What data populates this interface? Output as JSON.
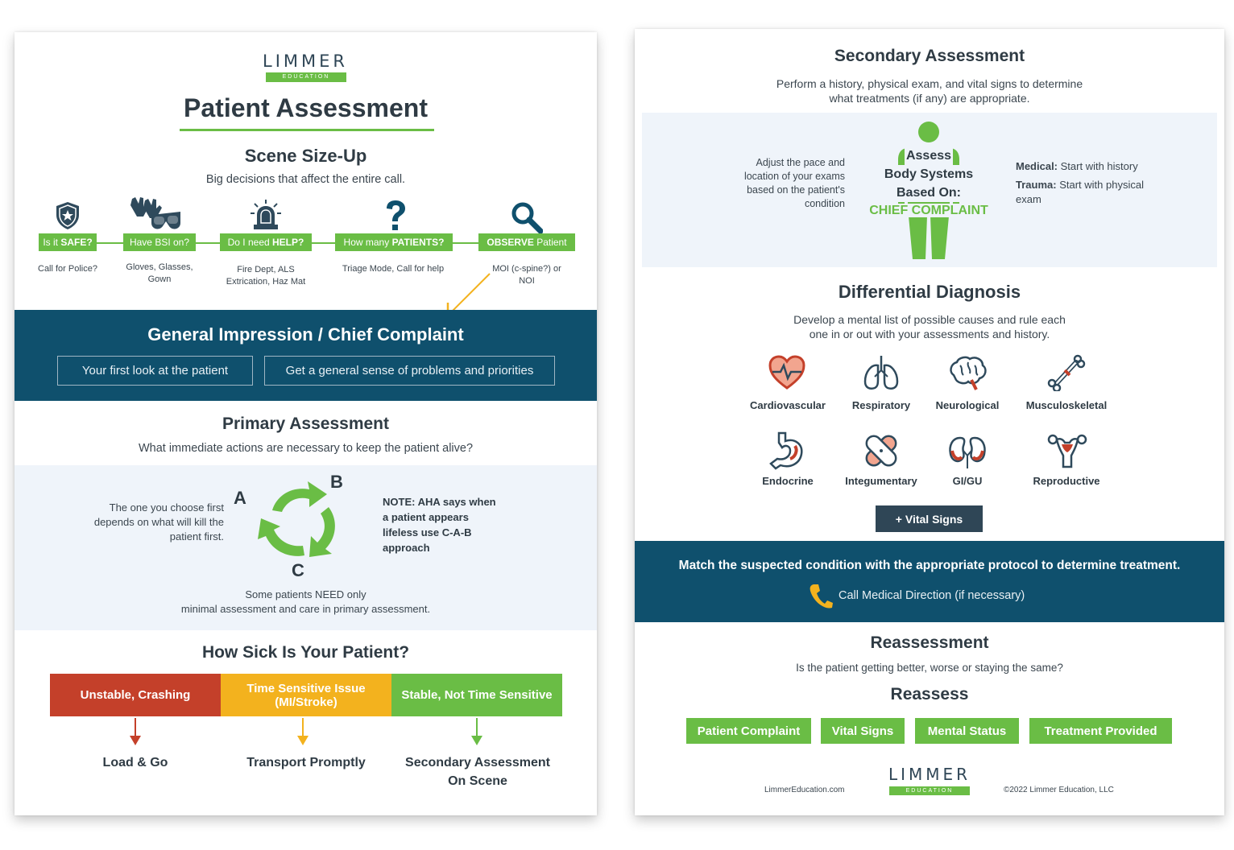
{
  "left": {
    "logo": {
      "name": "LIMMER",
      "sub": "EDUCATION"
    },
    "title": "Patient Assessment",
    "scene": {
      "title": "Scene Size-Up",
      "subtitle": "Big decisions that affect the entire call.",
      "steps": [
        {
          "icon": "badge-icon",
          "label_bold": "SAFE?",
          "label_pre": "Is it ",
          "label_post": "",
          "sub": "Call for Police?"
        },
        {
          "icon": "gloves-glasses-icon",
          "label_bold": "",
          "label_pre": "Have BSI on?",
          "label_post": "",
          "sub": "Gloves, Glasses, Gown"
        },
        {
          "icon": "siren-icon",
          "label_bold": "HELP?",
          "label_pre": "Do I need ",
          "label_post": "",
          "sub": "Fire Dept, ALS Extrication, Haz Mat"
        },
        {
          "icon": "question-icon",
          "label_bold": "PATIENTS?",
          "label_pre": "How many ",
          "label_post": "",
          "sub": "Triage Mode, Call for help"
        },
        {
          "icon": "magnifier-icon",
          "label_bold": "OBSERVE",
          "label_pre": "",
          "label_post": " Patient",
          "sub": "MOI (c-spine?) or NOI"
        }
      ]
    },
    "general": {
      "title": "General Impression / Chief Complaint",
      "box1": "Your first look at the patient",
      "box2": "Get a general sense of problems and priorities"
    },
    "primary": {
      "title": "Primary Assessment",
      "subtitle": "What immediate actions are necessary to keep the patient alive?",
      "left_note": "The one you choose first depends on what will kill the patient first.",
      "letter_a": "A",
      "letter_b": "B",
      "letter_c": "C",
      "right_note": "NOTE: AHA says when a patient appears lifeless use C-A-B approach",
      "bottom_note_1": "Some patients NEED only",
      "bottom_note_2": "minimal assessment and care in primary assessment."
    },
    "sick": {
      "title": "How Sick Is Your Patient?",
      "levels": [
        {
          "label": "Unstable, Crashing",
          "outcome": "Load & Go",
          "color": "#c4402a"
        },
        {
          "label": "Time Sensitive Issue (MI/Stroke)",
          "outcome": "Transport Promptly",
          "color": "#f3b21e"
        },
        {
          "label": "Stable, Not Time Sensitive",
          "outcome": "Secondary Assessment On Scene",
          "color": "#6abd45"
        }
      ]
    }
  },
  "right": {
    "secondary": {
      "title": "Secondary Assessment",
      "subtitle_1": "Perform a history, physical exam, and vital signs to determine",
      "subtitle_2": "what treatments (if any) are appropriate.",
      "left_note": "Adjust the pace and location of your exams based on the patient's condition",
      "assess_1": "Assess",
      "assess_2": "Body Systems",
      "assess_3": "Based On:",
      "assess_4": "CHIEF COMPLAINT",
      "medical_label": "Medical:",
      "medical_text": "Start with history",
      "trauma_label": "Trauma:",
      "trauma_text": "Start with physical exam"
    },
    "differential": {
      "title": "Differential Diagnosis",
      "subtitle_1": "Develop a mental list of possible causes and rule each",
      "subtitle_2": "one in or out with your assessments and history.",
      "systems": [
        {
          "label": "Cardiovascular",
          "icon": "heart-icon"
        },
        {
          "label": "Respiratory",
          "icon": "lungs-icon"
        },
        {
          "label": "Neurological",
          "icon": "brain-icon"
        },
        {
          "label": "Musculoskeletal",
          "icon": "bone-icon"
        },
        {
          "label": "Endocrine",
          "icon": "stomach-icon"
        },
        {
          "label": "Integumentary",
          "icon": "bandage-icon"
        },
        {
          "label": "GI/GU",
          "icon": "kidneys-icon"
        },
        {
          "label": "Reproductive",
          "icon": "uterus-icon"
        }
      ],
      "vital_button": "+ Vital Signs"
    },
    "match": {
      "title": "Match the suspected condition with the appropriate protocol to determine treatment.",
      "call": "Call Medical Direction (if necessary)"
    },
    "reassessment": {
      "title": "Reassessment",
      "subtitle": "Is the patient getting better, worse or staying the same?",
      "reassess_title": "Reassess",
      "items": [
        "Patient Complaint",
        "Vital Signs",
        "Mental Status",
        "Treatment Provided"
      ]
    },
    "footer": {
      "website": "LimmerEducation.com",
      "logo": "LIMMER",
      "logo_sub": "EDUCATION",
      "copyright": "©2022 Limmer Education, LLC"
    }
  },
  "colors": {
    "navy": "#0f506d",
    "green": "#6abd45",
    "red": "#c4402a",
    "yellow": "#f3b21e",
    "text": "#2f3b44",
    "light_band": "#eff4fa"
  }
}
